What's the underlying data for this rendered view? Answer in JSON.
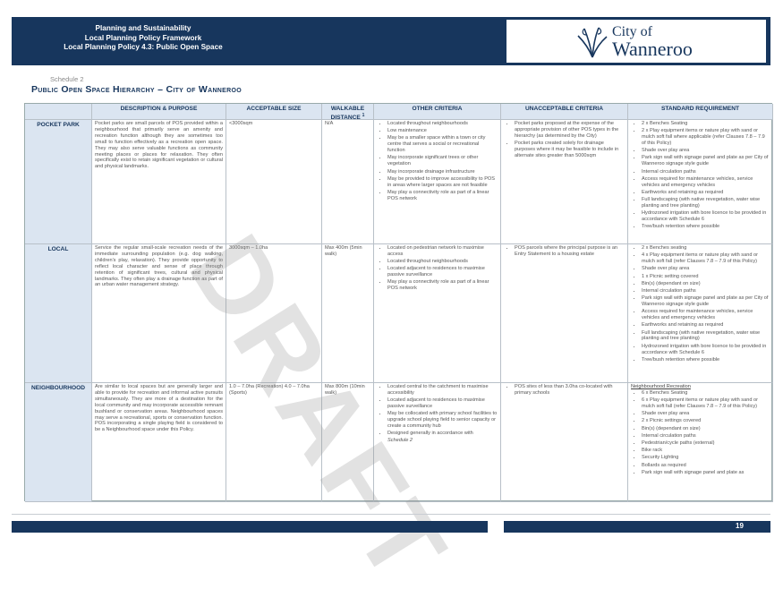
{
  "header": {
    "line1": "Planning and Sustainability",
    "line2": "Local Planning Policy Framework",
    "line3": "Local Planning Policy 4.3: Public Open Space",
    "logo_city": "City of",
    "logo_name": "Wanneroo"
  },
  "schedule": "Schedule 2",
  "title": "Public Open Space Hierarchy – City of Wanneroo",
  "watermark": "DRAFT",
  "columns": {
    "c1": "Description & Purpose",
    "c2": "Acceptable Size",
    "c3": "Walkable Distance",
    "c3_sup": "1",
    "c4": "Other Criteria",
    "c5": "Unacceptable Criteria",
    "c6": "Standard Requirement"
  },
  "rows": [
    {
      "name": "POCKET PARK",
      "description": "Pocket parks are small parcels of POS provided within a neighbourhood that primarily serve an amenity and recreation function although they are sometimes too small to function effectively as a recreation open space. They may also serve valuable functions as community meeting places or places for relaxation. They often specifically exist to retain significant vegetation or cultural and physical landmarks.",
      "size": "<3000sqm",
      "distance": "N/A",
      "other": [
        "Located throughout neighbourhoods",
        "Low maintenance",
        "May be a smaller space within a town or city centre that serves a social or recreational function",
        "May incorporate significant trees or other vegetation",
        "May incorporate drainage infrastructure",
        "May be provided to improve accessibility to POS in areas where larger spaces are not feasible",
        "May play a connectivity role as part of a linear POS network"
      ],
      "unacceptable": [
        "Pocket parks proposed at the expense of the appropriate provision of other POS types in the hierarchy (as determined by the City)",
        "Pocket parks created solely for drainage purposes where it may be feasible to include in alternate sites greater than 5000sqm"
      ],
      "standard": [
        "2 x Benches Seating",
        "2 x Play equipment items or nature play with sand or mulch soft fall where applicable (refer Clauses 7.8 – 7.9 of this Policy)",
        "Shade over play area",
        "Park sign wall with signage panel and plate as per City of Wanneroo signage style guide",
        "Internal circulation paths",
        "Access required for maintenance vehicles, service vehicles and emergency vehicles",
        "Earthworks and retaining as required",
        "Full landscaping (with native revegetation, water wise planting and tree planting)",
        "Hydrozoned irrigation with bore licence to be provided in accordance with Schedule 6",
        "Tree/bush retention where possible"
      ]
    },
    {
      "name": "LOCAL",
      "description": "Service the regular small-scale recreation needs of the immediate surrounding population (e.g. dog walking, children's play, relaxation). They provide opportunity to reflect local character and sense of place through retention of significant trees, cultural and physical landmarks. They often play a drainage function as part of an urban water management strategy.",
      "size": "3000sqm – 1.0ha",
      "distance": "Max 400m (5min walk)",
      "other": [
        "Located on pedestrian network to maximise access",
        "Located throughout neighbourhoods",
        "Located adjacent to residences to maximise passive surveillance",
        "May play a connectivity role as part of a linear POS network"
      ],
      "unacceptable": [
        "POS parcels where the principal purpose is an Entry Statement to a housing estate"
      ],
      "standard": [
        "2 x Benches seating",
        "4 x Play equipment items or nature play with sand or mulch soft fall (refer Clauses 7.8 – 7.9 of this Policy)",
        "Shade over play area",
        "1 x Picnic setting covered",
        "Bin(s) (dependant on size)",
        "Internal circulation paths",
        "Park sign wall with signage panel and plate as per City of Wanneroo signage style guide",
        "Access required for maintenance vehicles, service vehicles and emergency vehicles",
        "Earthworks and retaining as required",
        "Full landscaping (with native revegetation, water wise planting and tree planting)",
        "Hydrozoned irrigation with bore licence to be provided in accordance with Schedule 6",
        "Tree/bush retention where possible"
      ]
    },
    {
      "name": "NEIGHBOURHOOD",
      "description": "Are similar to local spaces but are generally larger and able to provide for recreation and informal active pursuits simultaneously. They are more of a destination for the local community and may incorporate accessible remnant bushland or conservation areas. Neighbourhood spaces may serve a recreational, sports or conservation function. POS incorporating a single playing field is considered to be a Neighbourhood space under this Policy.",
      "size": "1.0 – 7.0ha (Recreation) 4.0 – 7.0ha (Sports)",
      "distance": "Max 800m (10min walk)",
      "other": [
        "Located central to the catchment to maximise accessibility",
        "Located adjacent to residences to maximise passive surveillance",
        "May be collocated with primary school facilities to upgrade school playing field to senior capacity or create a community hub",
        "Designed generally in accordance with"
      ],
      "other_ref": "Schedule 2",
      "unacceptable": [
        "POS sites of less than 3.0ha co-located with primary schools"
      ],
      "standard_heading": "Neighbourhood Recreation",
      "standard": [
        "6 x Benches Seating",
        "6 x Play equipment items or nature play with sand or mulch soft fall (refer Clauses 7.8 – 7.9 of this Policy)",
        "Shade over play area",
        "2 x Picnic settings covered",
        "Bin(s) (dependant on size)",
        "Internal circulation paths",
        "Pedestrian/cycle paths (external)",
        "Bike rack",
        "Security Lighting",
        "Bollards as required",
        "Park sign wall with signage panel and plate as"
      ]
    }
  ],
  "footer": {
    "page": "19"
  }
}
